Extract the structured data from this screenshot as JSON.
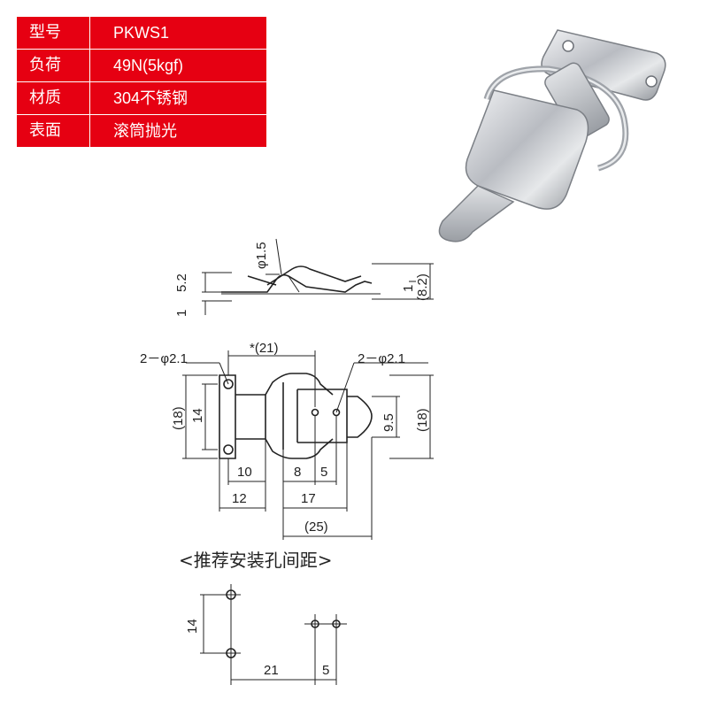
{
  "spec": {
    "rows": [
      {
        "key": "型号",
        "value": "PKWS1"
      },
      {
        "key": "负荷",
        "value": "49N(5kgf)"
      },
      {
        "key": "材质",
        "value": "304不锈钢"
      },
      {
        "key": "表面",
        "value": "滚筒抛光"
      }
    ]
  },
  "drawing": {
    "side": {
      "d_phi": "φ1.5",
      "d_52": "5.2",
      "d_1a": "1",
      "d_1b": "1",
      "d_82": "(8.2)"
    },
    "top": {
      "hole_left": "2－φ2.1",
      "hole_right": "2－φ2.1",
      "d_21": "*(21)",
      "d_18l": "(18)",
      "d_14": "14",
      "d_95": "9.5",
      "d_18r": "(18)",
      "d_10": "10",
      "d_8": "8",
      "d_5": "5",
      "d_12": "12",
      "d_17": "17",
      "d_25": "(25)"
    },
    "heading": "<推荐安装孔间距>",
    "mount": {
      "d_14": "14",
      "d_21": "21",
      "d_5": "5"
    }
  },
  "colors": {
    "table_bg": "#e60012",
    "table_text": "#ffffff"
  }
}
